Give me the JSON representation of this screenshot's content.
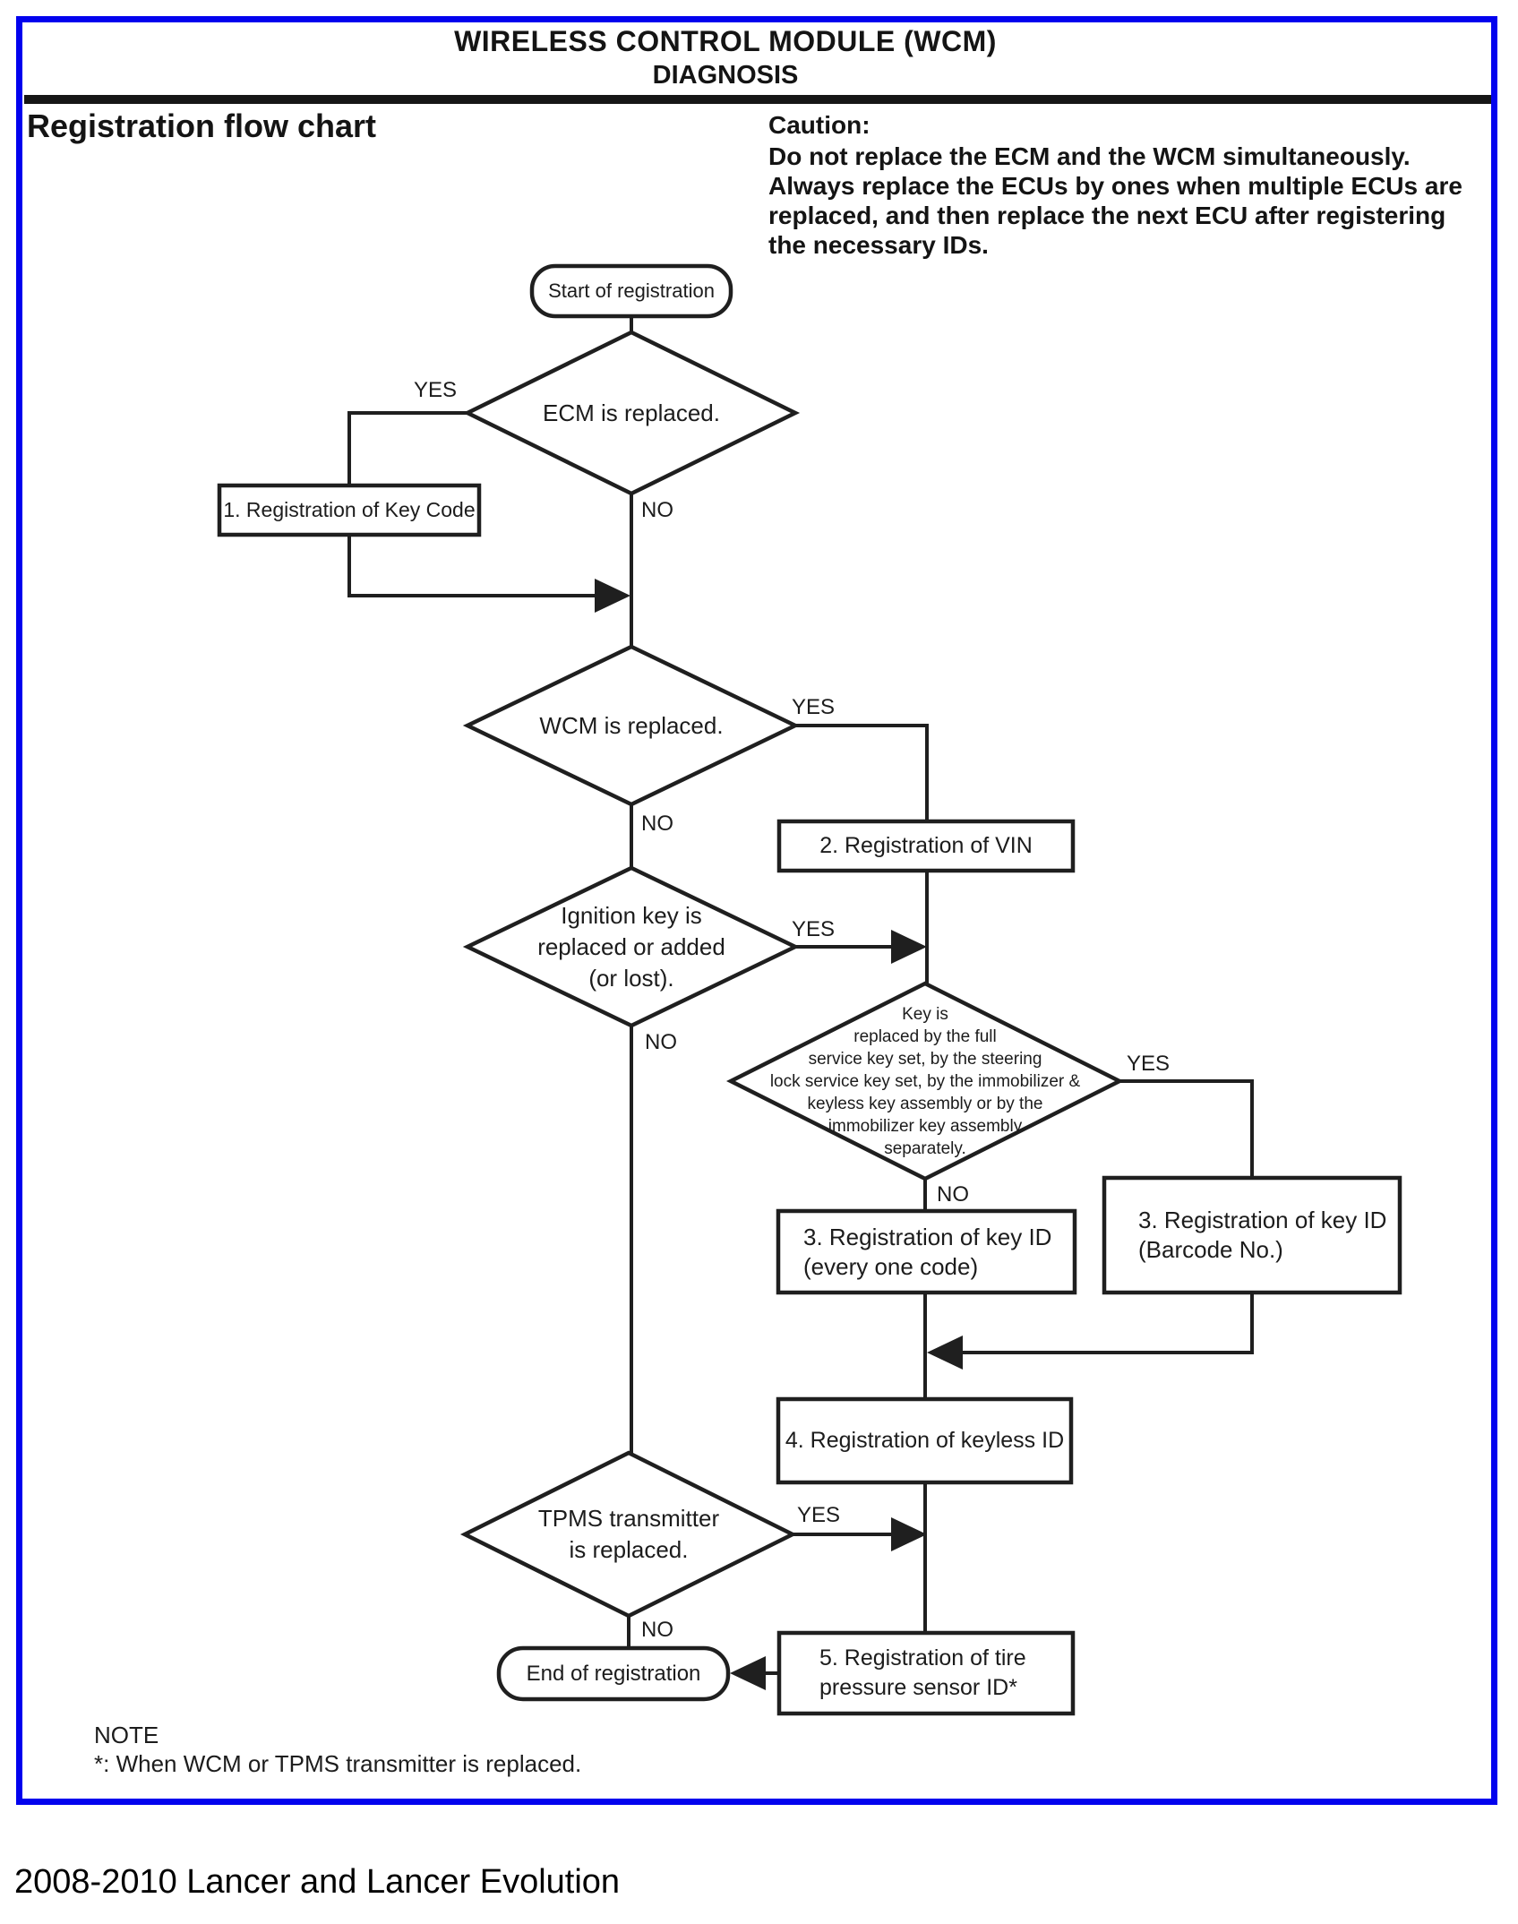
{
  "page": {
    "header": {
      "title": "WIRELESS CONTROL MODULE (WCM)",
      "subtitle": "DIAGNOSIS"
    },
    "section_title": "Registration flow chart",
    "caution": {
      "heading": "Caution:",
      "body": "Do not replace the ECM and the WCM simultaneously.\nAlways replace the ECUs by ones when multiple ECUs are\nreplaced, and then replace the next ECU after registering\nthe necessary IDs."
    },
    "note": {
      "heading": "NOTE",
      "body": "*: When WCM or TPMS transmitter is replaced."
    },
    "caption": "2008-2010 Lancer and Lancer Evolution"
  },
  "flowchart": {
    "labels": {
      "yes": "YES",
      "no": "NO"
    },
    "nodes": {
      "start": "Start of registration",
      "ecm_decision": "ECM is replaced.",
      "key_code_step": "1. Registration of Key Code",
      "wcm_decision": "WCM is replaced.",
      "vin_step": "2. Registration of VIN",
      "ignition_key_decision": "Ignition key is\nreplaced or added\n(or lost).",
      "key_set_decision": "Key is\nreplaced by the full\nservice key set, by the steering\nlock service key set, by the immobilizer &\nkeyless key assembly or by the\nimmobilizer key assembly\nseparately.",
      "key_id_every_code_step": "3. Registration of key ID\n(every one code)",
      "key_id_barcode_step": "3. Registration of key ID\n(Barcode No.)",
      "keyless_id_step": "4. Registration of keyless ID",
      "tpms_decision": "TPMS transmitter\nis replaced.",
      "tire_pressure_step": "5. Registration of tire\npressure sensor ID*",
      "end": "End of registration"
    }
  },
  "colors": {
    "page_border_blue": "#0202ee",
    "line_black": "#1f1f1f",
    "background": "#ffffff"
  }
}
